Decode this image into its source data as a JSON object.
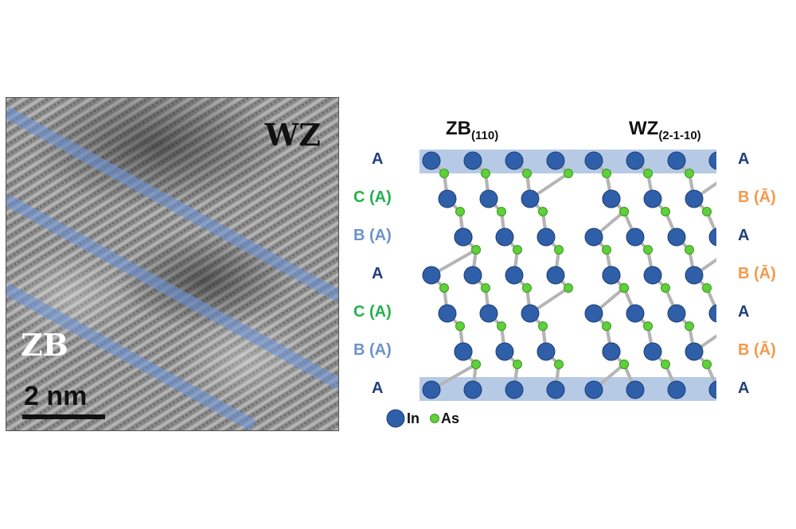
{
  "micrograph": {
    "label_top": "WZ",
    "label_bottom": "ZB",
    "scale_bar": "2 nm"
  },
  "model": {
    "zb_title": "ZB",
    "zb_title_sub": "(110)",
    "wz_title": "WZ",
    "wz_title_sub": "(2-1-10)",
    "zb_layers": [
      "A",
      "C (A)",
      "B (A)",
      "A",
      "C (A)",
      "B (A)",
      "A"
    ],
    "wz_layers": [
      "A",
      "B (Ā)",
      "A",
      "B (Ā)",
      "A",
      "B (Ā)",
      "A"
    ],
    "legend": {
      "in_label": "In",
      "as_label": "As"
    }
  },
  "colors": {
    "layer_A": "#1f3f7a",
    "layer_C": "#22b14c",
    "layer_B_zb": "#6b93c9",
    "layer_B_wz": "#f39a4a",
    "indium": "#2f5fa8",
    "arsenic": "#5fcf3a",
    "interface_band": "#9db8de"
  }
}
